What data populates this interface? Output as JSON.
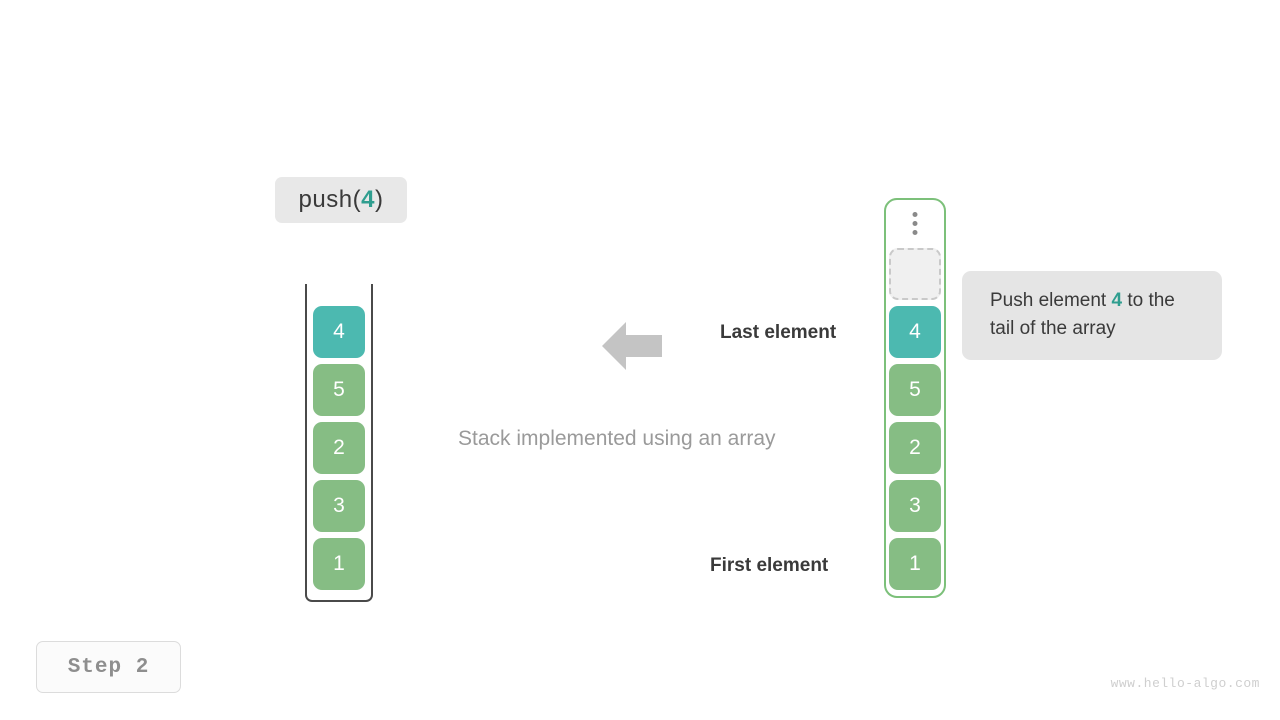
{
  "operation": {
    "prefix": "push(",
    "value": "4",
    "suffix": ")"
  },
  "stack": {
    "caption": "Stack implemented using an array",
    "cells": [
      {
        "value": "4",
        "color": "teal"
      },
      {
        "value": "5",
        "color": "green"
      },
      {
        "value": "2",
        "color": "green"
      },
      {
        "value": "3",
        "color": "green"
      },
      {
        "value": "1",
        "color": "green"
      }
    ]
  },
  "array": {
    "ellipsis_icon": "vertical-ellipsis-icon",
    "cells": [
      {
        "value": "",
        "color": "empty"
      },
      {
        "value": "4",
        "color": "teal"
      },
      {
        "value": "5",
        "color": "green"
      },
      {
        "value": "2",
        "color": "green"
      },
      {
        "value": "3",
        "color": "green"
      },
      {
        "value": "1",
        "color": "green"
      }
    ]
  },
  "annotation": {
    "text_before": "Push element ",
    "accent": "4",
    "text_after": " to the tail of the array"
  },
  "pointers": {
    "arrow_icon": "left-arrow-icon",
    "last_element": "Last element",
    "first_element": "First element"
  },
  "footer": {
    "step": "Step 2",
    "watermark": "www.hello-algo.com"
  },
  "colors": {
    "teal": "#4cb9b0",
    "green": "#86bd84",
    "accent_text": "#2f9e8f",
    "array_border": "#7cc07a",
    "stack_border": "#4a4a4a",
    "label_bg": "#e8e8e8",
    "annotation_bg": "#e5e5e5",
    "arrow": "#c4c4c4",
    "caption_text": "#9a9a9a"
  }
}
